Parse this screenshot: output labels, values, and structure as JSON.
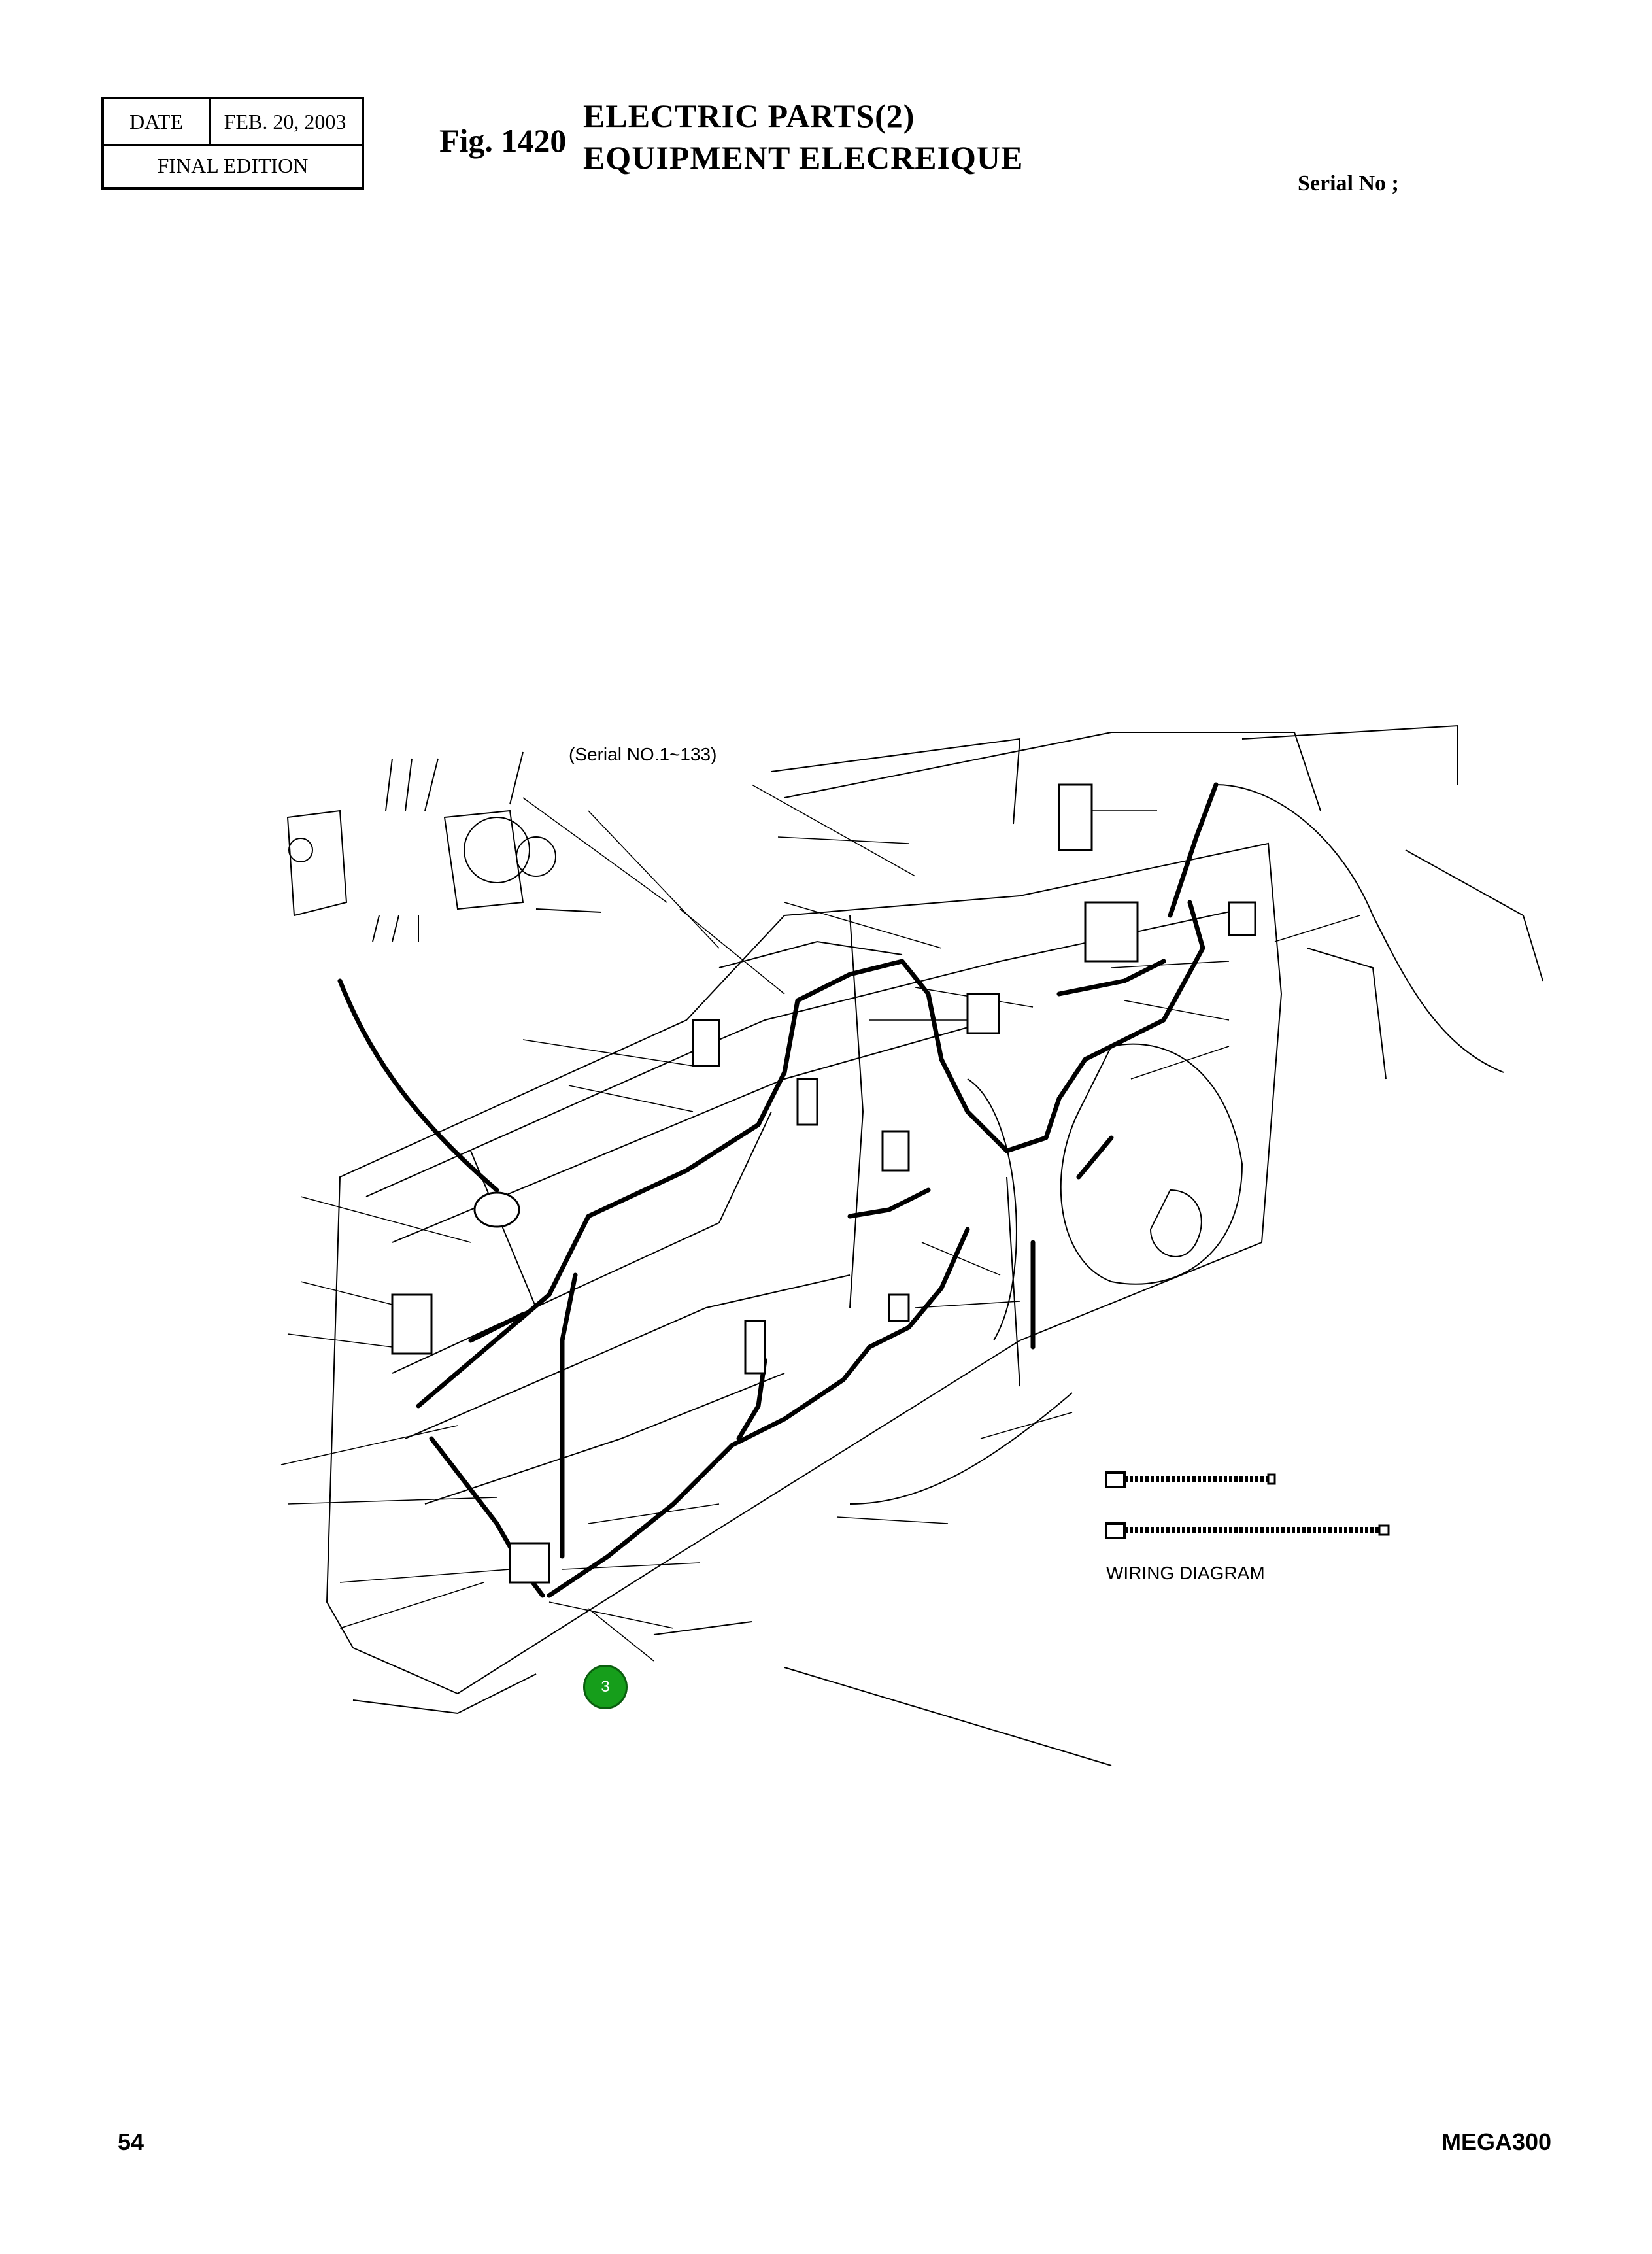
{
  "header": {
    "date_label": "DATE",
    "date_value": "FEB. 20, 2003",
    "edition": "FINAL EDITION",
    "fig_label": "Fig. 1420",
    "title_line1": "ELECTRIC PARTS(2)",
    "title_line2": "EQUIPMENT ELECREIQUE",
    "serial_label": "Serial No ;"
  },
  "drawing": {
    "serial_range_note": "(Serial NO.1~133)",
    "wiring_label": "WIRING DIAGRAM",
    "callout_number": "3",
    "callout_color": "#169e1b"
  },
  "footer": {
    "page_number": "54",
    "model": "MEGA300"
  }
}
